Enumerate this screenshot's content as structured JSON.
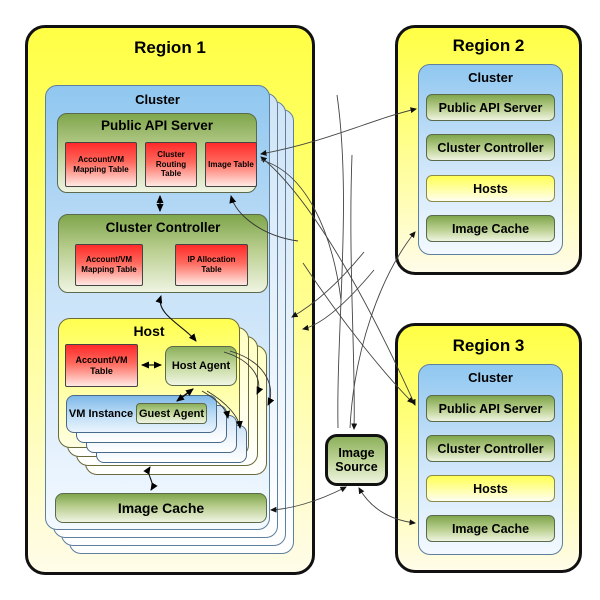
{
  "diagram": {
    "region1": {
      "title": "Region 1",
      "cluster_label": "Cluster",
      "public_api_server": {
        "title": "Public API Server",
        "tables": [
          "Account/VM Mapping Table",
          "Cluster Routing Table",
          "Image Table"
        ]
      },
      "cluster_controller": {
        "title": "Cluster Controller",
        "tables": [
          "Account/VM Mapping Table",
          "IP Allocation Table"
        ]
      },
      "host": {
        "title": "Host",
        "table": "Account/VM Table",
        "host_agent": "Host Agent",
        "vm_instance": "VM Instance",
        "guest_agent": "Guest Agent"
      },
      "image_cache": "Image Cache"
    },
    "region2": {
      "title": "Region 2",
      "cluster_label": "Cluster",
      "items": [
        "Public API Server",
        "Cluster Controller",
        "Hosts",
        "Image Cache"
      ]
    },
    "region3": {
      "title": "Region 3",
      "cluster_label": "Cluster",
      "items": [
        "Public API Server",
        "Cluster Controller",
        "Hosts",
        "Image Cache"
      ]
    },
    "image_source": "Image Source",
    "colors": {
      "region_yellow": "#FFFF4D",
      "cluster_blue": "#90C7F0",
      "component_green": "#7FA64C",
      "table_red": "#FF2A2A",
      "vm_blue": "#7FB8E8",
      "host_yellow": "#FFFF50",
      "border_black": "#111111"
    }
  }
}
